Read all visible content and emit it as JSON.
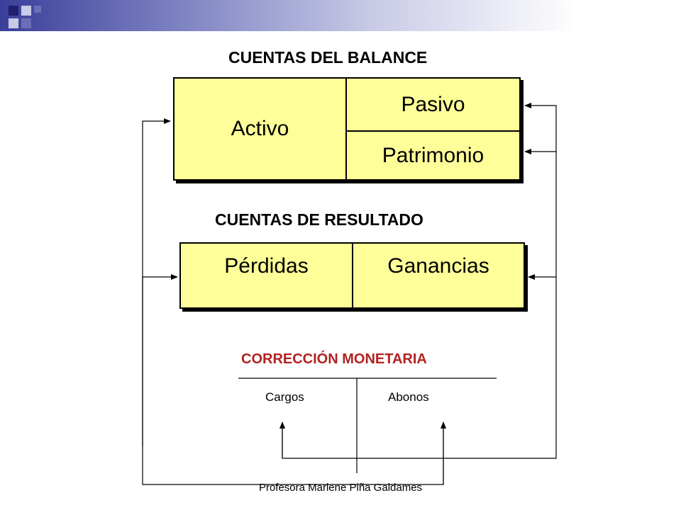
{
  "balance": {
    "heading": "CUENTAS DEL BALANCE",
    "activo": "Activo",
    "pasivo": "Pasivo",
    "patrimonio": "Patrimonio"
  },
  "resultado": {
    "heading": "CUENTAS DE RESULTADO",
    "perdidas": "Pérdidas",
    "ganancias": "Ganancias"
  },
  "correccion": {
    "heading": "CORRECCIÓN MONETARIA",
    "heading_color": "#b22222",
    "cargos": "Cargos",
    "abonos": "Abonos"
  },
  "footer": "Profesora Marlene Piña Galdames",
  "colors": {
    "box_fill": "#ffff99",
    "accent_dark": "#1f1f6e",
    "accent_mid": "#6a6fb8",
    "accent_light": "#c9cbe6"
  }
}
